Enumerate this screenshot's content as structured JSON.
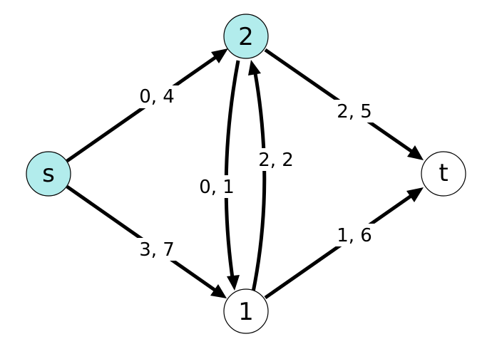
{
  "graph": {
    "nodes": [
      {
        "id": "s",
        "label": "s",
        "highlighted": true
      },
      {
        "id": "2",
        "label": "2",
        "highlighted": true
      },
      {
        "id": "1",
        "label": "1",
        "highlighted": false
      },
      {
        "id": "t",
        "label": "t",
        "highlighted": false
      }
    ],
    "edges": [
      {
        "from": "s",
        "to": "2",
        "label": "0, 4"
      },
      {
        "from": "s",
        "to": "1",
        "label": "3, 7"
      },
      {
        "from": "2",
        "to": "1",
        "label": "0, 1"
      },
      {
        "from": "1",
        "to": "2",
        "label": "2, 2"
      },
      {
        "from": "2",
        "to": "t",
        "label": "2, 5"
      },
      {
        "from": "1",
        "to": "t",
        "label": "1, 6"
      }
    ]
  },
  "colors": {
    "highlight_fill": "#b2ecec",
    "default_fill": "#ffffff",
    "edge": "#000000"
  }
}
